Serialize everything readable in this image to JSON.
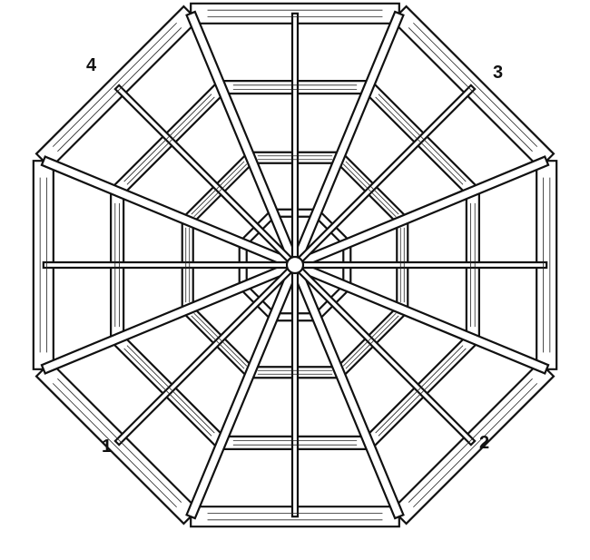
{
  "figure": {
    "labels": [
      {
        "id": "lbl-1",
        "text": "1"
      },
      {
        "id": "lbl-2",
        "text": "2"
      },
      {
        "id": "lbl-3",
        "text": "3"
      },
      {
        "id": "lbl-4",
        "text": "4"
      }
    ]
  },
  "colors": {
    "ink": "#111111",
    "paper": "#ffffff"
  }
}
